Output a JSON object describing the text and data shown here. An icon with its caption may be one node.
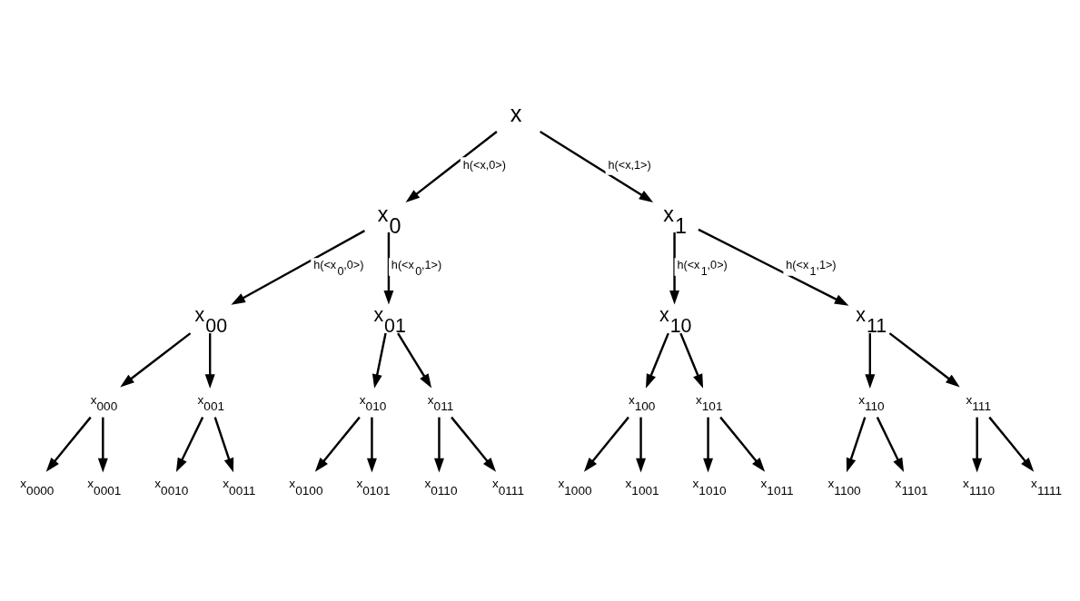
{
  "diagram": {
    "nodes": [
      {
        "text": [
          "x"
        ]
      },
      {
        "text": [
          "x$_{0}$"
        ]
      },
      {
        "text": [
          "x$_{1}$"
        ]
      },
      {
        "text": [
          "x$_{00}$"
        ]
      },
      {
        "text": [
          "x$_{01}$"
        ]
      },
      {
        "text": [
          "x$_{10}$"
        ]
      },
      {
        "text": [
          "x$_{11}$"
        ]
      },
      {
        "text": [
          "x$_{000}$"
        ]
      },
      {
        "text": [
          "x$_{001}$"
        ]
      },
      {
        "text": [
          "x$_{010}$"
        ]
      },
      {
        "text": [
          "x$_{011}$"
        ]
      },
      {
        "text": [
          "x$_{100}$"
        ]
      },
      {
        "text": [
          "x$_{101}$"
        ]
      },
      {
        "text": [
          "x$_{110}$"
        ]
      },
      {
        "text": [
          "x$_{111}$"
        ]
      },
      {
        "text": [
          "x$_{0000}$"
        ]
      },
      {
        "text": [
          "x$_{0001}$"
        ]
      },
      {
        "text": [
          "x$_{0010}$"
        ]
      },
      {
        "text": [
          "x$_{0011}$"
        ]
      },
      {
        "text": [
          "x$_{0100}$"
        ]
      },
      {
        "text": [
          "x$_{0101}$"
        ]
      },
      {
        "text": [
          "x$_{0110}$"
        ]
      },
      {
        "text": [
          "x$_{0111}$"
        ]
      },
      {
        "text": [
          "x$_{1000}$"
        ]
      },
      {
        "text": [
          "x$_{1001}$"
        ]
      },
      {
        "text": [
          "x$_{1010}$"
        ]
      },
      {
        "text": [
          "x$_{1011}$"
        ]
      },
      {
        "text": [
          "x$_{1100}$"
        ]
      },
      {
        "text": [
          "x$_{1101}$"
        ]
      },
      {
        "text": [
          "x$_{1110}$"
        ]
      },
      {
        "text": [
          "x$_{1111}$"
        ]
      }
    ],
    "edges": [
      {
        "from": 0,
        "to": 1,
        "arrow": "to",
        "label": "h(<x,0>)"
      },
      {
        "from": 0,
        "to": 2,
        "arrow": "to",
        "label": "h(<x,1>)"
      },
      {
        "from": 1,
        "to": 3,
        "arrow": "to",
        "label": "h(<x$_{0}$,0>)"
      },
      {
        "from": 1,
        "to": 4,
        "arrow": "to",
        "label": "h(<x$_{0}$,1>)"
      },
      {
        "from": 2,
        "to": 5,
        "arrow": "to",
        "label": "h(<x$_{1}$,0>)"
      },
      {
        "from": 2,
        "to": 6,
        "arrow": "to",
        "label": "h(<x$_{1}$,1>)"
      },
      {
        "from": 3,
        "to": 7,
        "arrow": "to"
      },
      {
        "from": 3,
        "to": 8,
        "arrow": "to"
      },
      {
        "from": 4,
        "to": 9,
        "arrow": "to"
      },
      {
        "from": 4,
        "to": 10,
        "arrow": "to"
      },
      {
        "from": 5,
        "to": 11,
        "arrow": "to"
      },
      {
        "from": 5,
        "to": 12,
        "arrow": "to"
      },
      {
        "from": 6,
        "to": 13,
        "arrow": "to"
      },
      {
        "from": 6,
        "to": 14,
        "arrow": "to"
      },
      {
        "from": 7,
        "to": 15,
        "arrow": "to"
      },
      {
        "from": 7,
        "to": 16,
        "arrow": "to"
      },
      {
        "from": 8,
        "to": 17,
        "arrow": "to"
      },
      {
        "from": 8,
        "to": 18,
        "arrow": "to"
      },
      {
        "from": 9,
        "to": 19,
        "arrow": "to"
      },
      {
        "from": 9,
        "to": 20,
        "arrow": "to"
      },
      {
        "from": 10,
        "to": 21,
        "arrow": "to"
      },
      {
        "from": 10,
        "to": 22,
        "arrow": "to"
      },
      {
        "from": 11,
        "to": 23,
        "arrow": "to"
      },
      {
        "from": 11,
        "to": 24,
        "arrow": "to"
      },
      {
        "from": 12,
        "to": 25,
        "arrow": "to"
      },
      {
        "from": 12,
        "to": 26,
        "arrow": "to"
      },
      {
        "from": 13,
        "to": 27,
        "arrow": "to"
      },
      {
        "from": 13,
        "to": 28,
        "arrow": "to"
      },
      {
        "from": 14,
        "to": 29,
        "arrow": "to"
      },
      {
        "from": 14,
        "to": 30,
        "arrow": "to"
      }
    ]
  }
}
